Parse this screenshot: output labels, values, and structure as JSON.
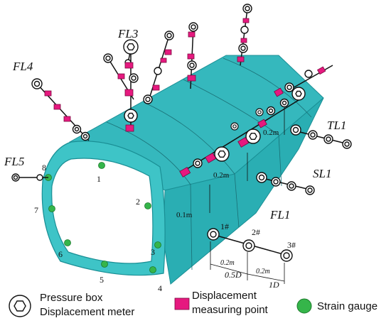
{
  "colors": {
    "tunnel_top": "#35b8bd",
    "tunnel_side": "#2aaeb3",
    "tunnel_face": "#3ec4c7",
    "inner_edge": "#1a8f95",
    "marker": "#e6197f",
    "strain_gauge": "#35b54a",
    "line": "#111111"
  },
  "labels": {
    "fl3": "FL3",
    "fl4": "FL4",
    "fl5": "FL5",
    "tl1": "TL1",
    "sl1": "SL1",
    "fl1": "FL1"
  },
  "gauge_numbers": [
    "1",
    "2",
    "3",
    "4",
    "5",
    "6",
    "7",
    "8"
  ],
  "point_labels": {
    "p1": "1#",
    "p2": "2#",
    "p3": "3#"
  },
  "dimensions": {
    "d02m_top": "0.2m",
    "d02m_mid": "0.2m",
    "d01m": "0.1m",
    "d02m_fl1a": "0.2m",
    "d02m_fl1b": "0.2m",
    "half_d": "0.5D",
    "one_d": "1D"
  },
  "legend": {
    "pressure_box": "Pressure box",
    "disp_meter": "Displacement meter",
    "disp_point_1": "Displacement",
    "disp_point_2": "measuring point",
    "strain_gauge": "Strain gauge"
  }
}
